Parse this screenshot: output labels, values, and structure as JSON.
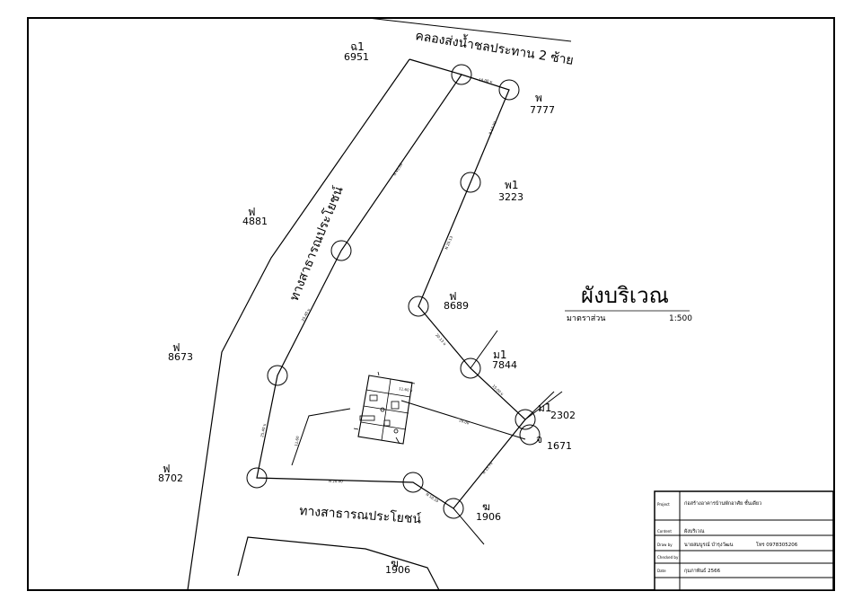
{
  "drawing": {
    "title": "ผังบริเวณ",
    "scale_label": "มาตราส่วน",
    "scale_value": "1:500",
    "canal_label": "คลองส่งน้ำชลประทาน 2 ซ้าย",
    "public_way_label_1": "ทางสาธารณประโยชน์",
    "public_way_label_2": "ทางสาธารณประโยชน์"
  },
  "parcels": [
    {
      "code": "ฉ1",
      "number": "6951"
    },
    {
      "code": "พ",
      "number": "7777"
    },
    {
      "code": "พ1",
      "number": "3223"
    },
    {
      "code": "ฟ",
      "number": "4881"
    },
    {
      "code": "ฟ",
      "number": "8689"
    },
    {
      "code": "ฟ",
      "number": "8673"
    },
    {
      "code": "ม1",
      "number": "7844"
    },
    {
      "code": "ม1",
      "number": "2302"
    },
    {
      "code": "จ",
      "number": "1671"
    },
    {
      "code": "ฟ",
      "number": "8702"
    },
    {
      "code": "ฆ",
      "number": "1906"
    },
    {
      "code": "ฆ",
      "number": "1906"
    }
  ],
  "dimensions": [
    "10.00 ม",
    "8 17.70",
    "N 20.13",
    "N 45.00",
    "20.13 ม",
    "25.40 ม",
    "25.40 ม",
    "N 20.00",
    "11.60",
    "15.00 ม",
    "N 13.70",
    "20.00",
    "N 10.10",
    "11.60 ม",
    "N 50.00"
  ],
  "title_block": {
    "project_label": "Project",
    "project_value": "ก่อสร้างอาคารบ้านพักอาศัย ชั้นเดียว",
    "content_label": "Content",
    "content_value": "ผังบริเวณ",
    "drawn_label": "Draw by",
    "drawn_value": "นายสมบูรณ์ บำรุงวัฒน",
    "phone_value": "โทร 0978305206",
    "checked_label": "Checked by",
    "checked_value": "",
    "date_label": "Date",
    "date_value": "กุมภาพันธ์ 2566"
  }
}
